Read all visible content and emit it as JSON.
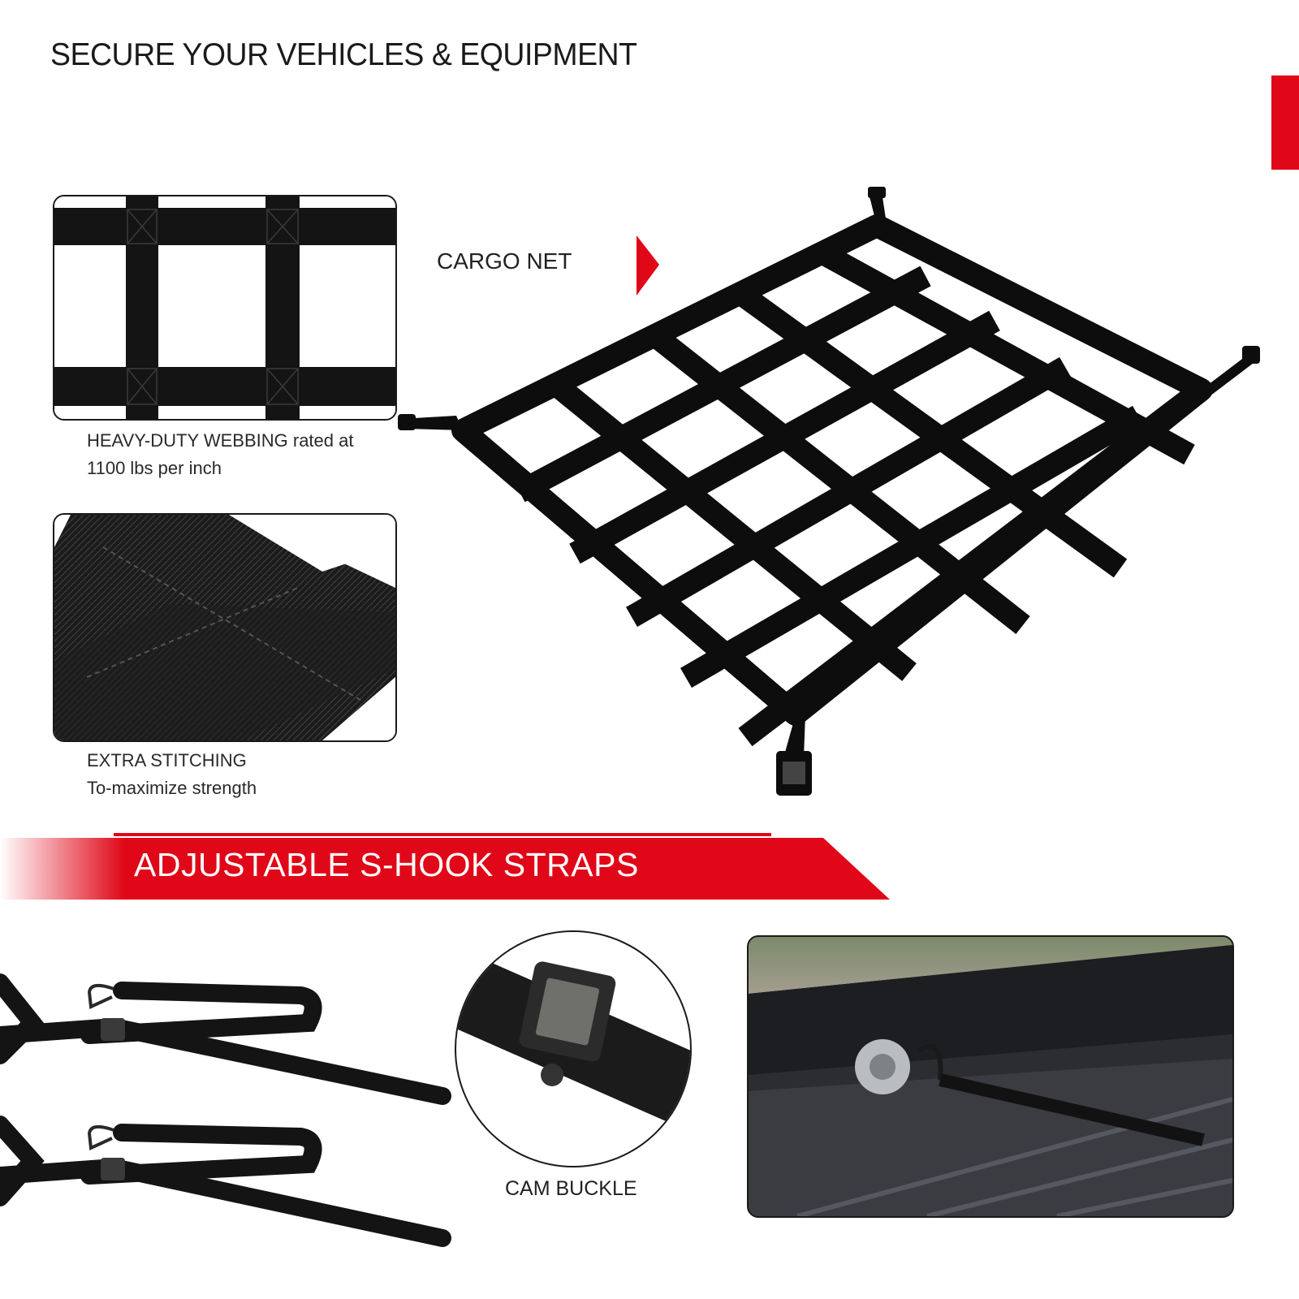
{
  "header": {
    "title": "SECURE YOUR VEHICLES & EQUIPMENT"
  },
  "features": [
    {
      "title": "HEAVY-DUTY WEBBING rated at",
      "detail": "1100 lbs per inch"
    },
    {
      "title": "EXTRA STITCHING",
      "detail": "To-maximize strength"
    }
  ],
  "product": {
    "label": "CARGO NET"
  },
  "banner": {
    "text": "ADJUSTABLE S-HOOK STRAPS"
  },
  "buckle": {
    "label": "CAM BUCKLE"
  },
  "colors": {
    "accent": "#e00718",
    "webbing": "#111111",
    "text": "#222222"
  },
  "icons": [
    "arrow-right-icon"
  ]
}
